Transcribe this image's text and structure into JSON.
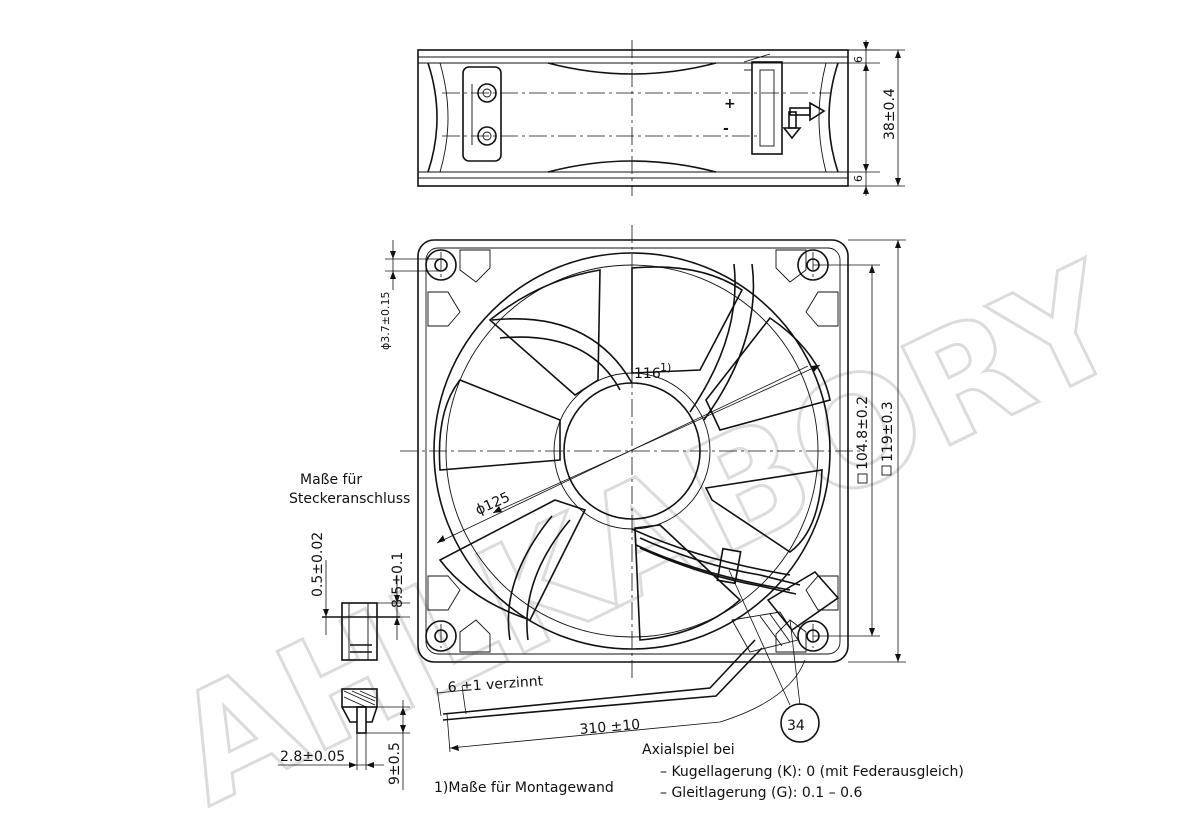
{
  "watermark": "AHLKABORY",
  "side_view": {
    "dim_top": "6",
    "dim_height": "38±0.4",
    "dim_bottom": "6",
    "plus_label": "+",
    "minus_label": "-"
  },
  "front_view": {
    "hole_dia": "ϕ3.7±0.15",
    "dia_116": "116",
    "dia_116_note": "1)",
    "dia_125": "ϕ125",
    "dim_104": "104.8±0.2",
    "dim_119": "119±0.3",
    "wire_strip": "6 ±1 verzinnt",
    "wire_length": "310 ±10",
    "callout": "34"
  },
  "connector": {
    "title_line1": "Maße für",
    "title_line2": "Steckeranschluss",
    "dim_05": "0.5±0.02",
    "dim_85": "8.5±0.1",
    "dim_28": "2.8±0.05",
    "dim_9": "9±0.5"
  },
  "notes": {
    "footnote": "1)Maße für Montagewand",
    "axial_title": "Axialspiel bei",
    "axial_line1": "– Kugellagerung (K): 0 (mit Federausgleich)",
    "axial_line2": "– Gleitlagerung (G): 0.1 – 0.6"
  }
}
